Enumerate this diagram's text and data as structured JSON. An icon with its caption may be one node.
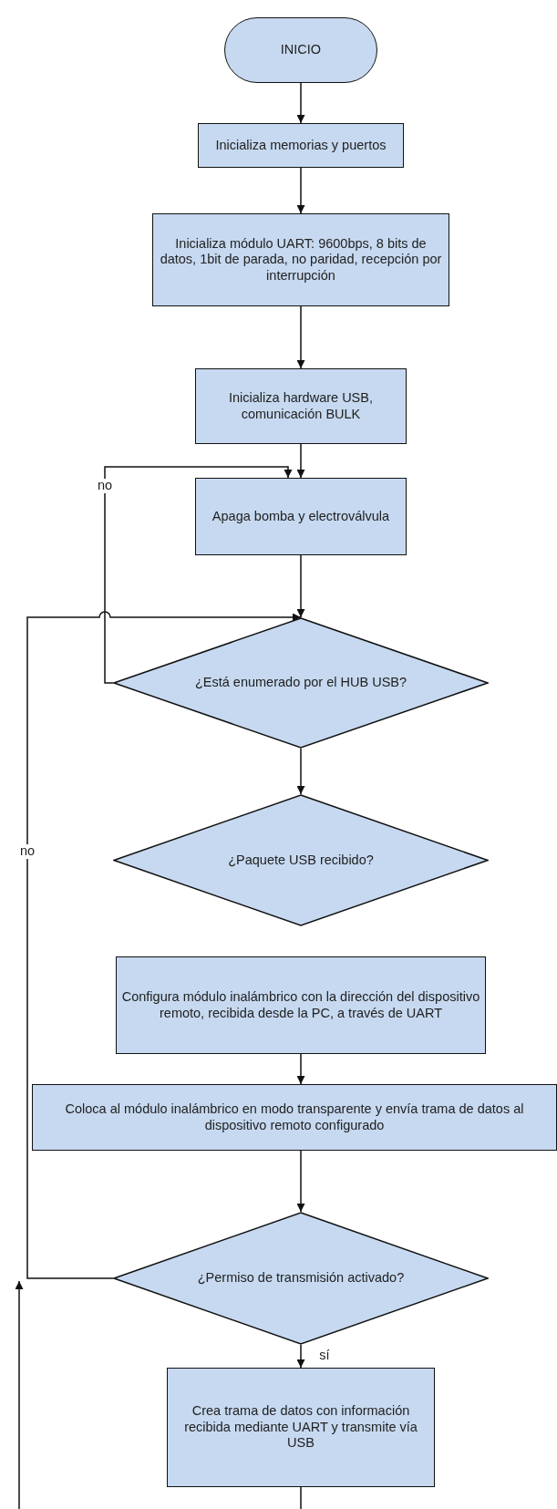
{
  "diagram": {
    "nodes": [
      {
        "text": [
          "INICIO"
        ]
      },
      {
        "text": [
          "Inicializa memorias y puertos"
        ]
      },
      {
        "text": [
          "Inicializa módulo UART: 9600bps, 8 bits de datos, 1bit de parada, no paridad, recepción por interrupción"
        ]
      },
      {
        "text": [
          "Inicializa hardware USB, comunicación BULK"
        ]
      },
      {
        "text": [
          "Apaga bomba y electroválvula"
        ]
      },
      {
        "text": [
          "¿Está enumerado por el HUB USB?"
        ]
      },
      {
        "text": [
          "¿Paquete USB recibido?"
        ]
      },
      {
        "text": [
          "Configura módulo inalámbrico con la dirección del dispositivo remoto, recibida desde la PC, a través de UART"
        ]
      },
      {
        "text": [
          "Coloca al módulo inalámbrico en modo transparente y envía trama de datos al dispositivo remoto configurado"
        ]
      },
      {
        "text": [
          "¿Permiso de transmisión activado?"
        ]
      },
      {
        "text": [
          "Crea trama de datos con información recibida mediante UART y transmite vía USB"
        ]
      }
    ],
    "edges": [
      {
        "from": 0,
        "to": 1,
        "arrow": "to"
      },
      {
        "from": 1,
        "to": 2,
        "arrow": "to"
      },
      {
        "from": 2,
        "to": 3,
        "arrow": "to"
      },
      {
        "from": 3,
        "to": 4,
        "arrow": "to"
      },
      {
        "from": 4,
        "to": 5,
        "arrow": "to"
      },
      {
        "from": 5,
        "to": 6,
        "arrow": "to"
      },
      {
        "from": 7,
        "to": 8,
        "arrow": "to"
      },
      {
        "from": 8,
        "to": 9,
        "arrow": "to"
      },
      {
        "from": 9,
        "to": 10,
        "label": "sí",
        "arrow": "to"
      },
      {
        "from": 5,
        "to": 4,
        "label": "no",
        "arrow": "to"
      },
      {
        "from": 9,
        "to": 5,
        "label": "no",
        "arrow": "to"
      },
      {
        "from": 10,
        "to": null,
        "arrow": "none"
      }
    ]
  }
}
